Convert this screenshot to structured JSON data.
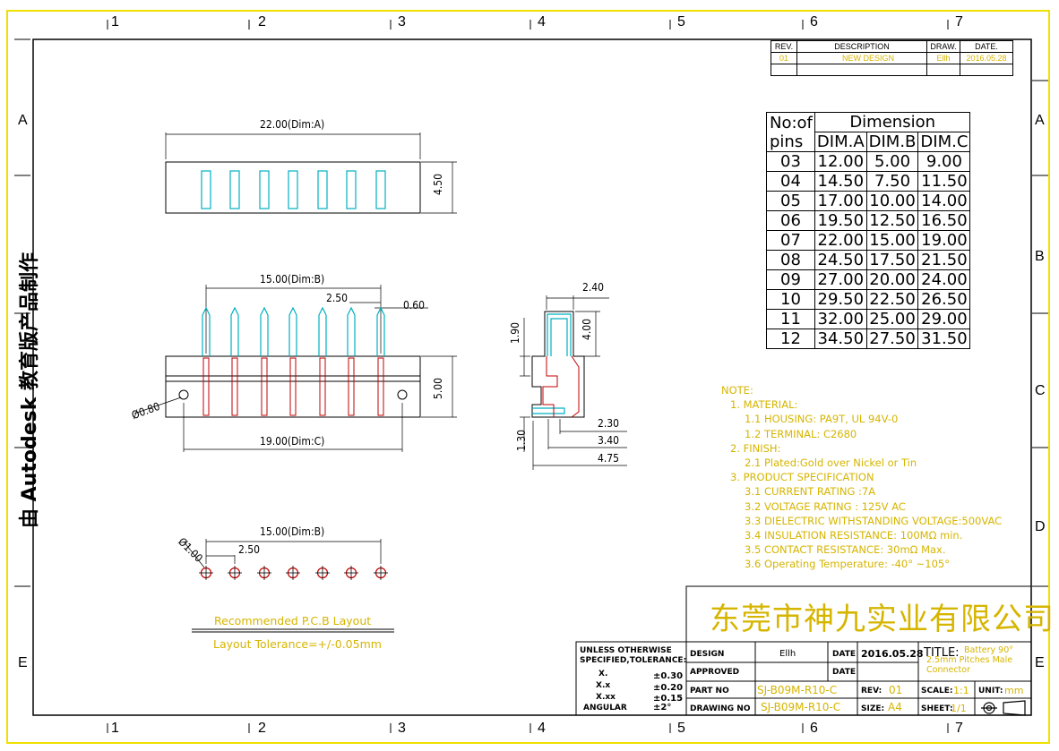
{
  "frame": {
    "columns": [
      "1",
      "2",
      "3",
      "4",
      "5",
      "6",
      "7"
    ],
    "rows": [
      "A",
      "B",
      "C",
      "D",
      "E"
    ]
  },
  "side_text": "由 Autodesk 教育版产品制作",
  "revision": {
    "headers": [
      "REV.",
      "DESCRIPTION",
      "DRAW.",
      "DATE."
    ],
    "rows": [
      [
        "01",
        "NEW  DESIGN",
        "Ellh",
        "2016.05.28"
      ]
    ]
  },
  "dim_table": {
    "col1_line1": "No:of",
    "col1_line2": "pins",
    "group_header": "Dimension",
    "sub_headers": [
      "DIM.A",
      "DIM.B",
      "DIM.C"
    ],
    "rows": [
      [
        "03",
        "12.00",
        "5.00",
        "9.00"
      ],
      [
        "04",
        "14.50",
        "7.50",
        "11.50"
      ],
      [
        "05",
        "17.00",
        "10.00",
        "14.00"
      ],
      [
        "06",
        "19.50",
        "12.50",
        "16.50"
      ],
      [
        "07",
        "22.00",
        "15.00",
        "19.00"
      ],
      [
        "08",
        "24.50",
        "17.50",
        "21.50"
      ],
      [
        "09",
        "27.00",
        "20.00",
        "24.00"
      ],
      [
        "10",
        "29.50",
        "22.50",
        "26.50"
      ],
      [
        "11",
        "32.00",
        "25.00",
        "29.00"
      ],
      [
        "12",
        "34.50",
        "27.50",
        "31.50"
      ]
    ]
  },
  "dims": {
    "top_width": "22.00(Dim:A)",
    "top_height": "4.50",
    "front_pitch_total": "15.00(Dim:B)",
    "front_pitch": "2.50",
    "front_pin": "0.60",
    "front_hole": "Ø0.80",
    "front_height": "5.00",
    "front_mount": "19.00(Dim:C)",
    "side_top": "2.40",
    "side_h1": "1.90",
    "side_h2": "4.00",
    "side_h3": "1.30",
    "side_w1": "2.30",
    "side_w2": "3.40",
    "side_w3": "4.75",
    "pcb_total": "15.00(Dim:B)",
    "pcb_pitch": "2.50",
    "pcb_hole": "Ø1.00"
  },
  "pcb_layout": {
    "title": "Recommended P.C.B Layout",
    "tolerance": "Layout Tolerance=+/-0.05mm"
  },
  "notes": {
    "heading": "NOTE:",
    "lines": [
      "1. MATERIAL:",
      "1.1 HOUSING: PA9T, UL 94V-0",
      "1.2 TERMINAL: C2680",
      "2. FINISH:",
      "2.1 Plated:Gold over Nickel or Tin",
      "3. PRODUCT SPECIFICATION",
      "3.1 CURRENT RATING :7A",
      "3.2 VOLTAGE RATING : 125V AC",
      "3.3 DIELECTRIC WITHSTANDING VOLTAGE:500VAC",
      "3.4 INSULATION RESISTANCE: 100MΩ min.",
      "3.5 CONTACT RESISTANCE: 30mΩ Max.",
      "3.6 Operating Temperature: -40° ~105°"
    ]
  },
  "title_block": {
    "company": "东莞市神九实业有限公司",
    "tolerance_header1": "UNLESS OTHERWISE",
    "tolerance_header2": "SPECIFIED,TOLERANCE:",
    "tol_labels": [
      "X.",
      "X.x",
      "X.xx",
      "ANGULAR"
    ],
    "tol_values": [
      "±0.30",
      "±0.20",
      "±0.15",
      "±2°"
    ],
    "design_label": "DESIGN",
    "design_value": "Ellh",
    "date_label": "DATE",
    "date_value": "2016.05.28",
    "approved_label": "APPROVED",
    "date2_label": "DATE",
    "part_no_label": "PART NO",
    "part_no_value": "SJ-B09M-R10-C",
    "rev_label": "REV:",
    "rev_value": "01",
    "drawing_no_label": "DRAWING NO",
    "drawing_no_value": "SJ-B09M-R10-C",
    "size_label": "SIZE:",
    "size_value": "A4",
    "title_label": "TITLE:",
    "title_value": "Battery 90° 2.5mm Pitches Male Connector",
    "scale_label": "SCALE:",
    "scale_value": "1:1",
    "unit_label": "UNIT:",
    "unit_value": "mm",
    "sheet_label": "SHEET:",
    "sheet_value": "1/1"
  }
}
